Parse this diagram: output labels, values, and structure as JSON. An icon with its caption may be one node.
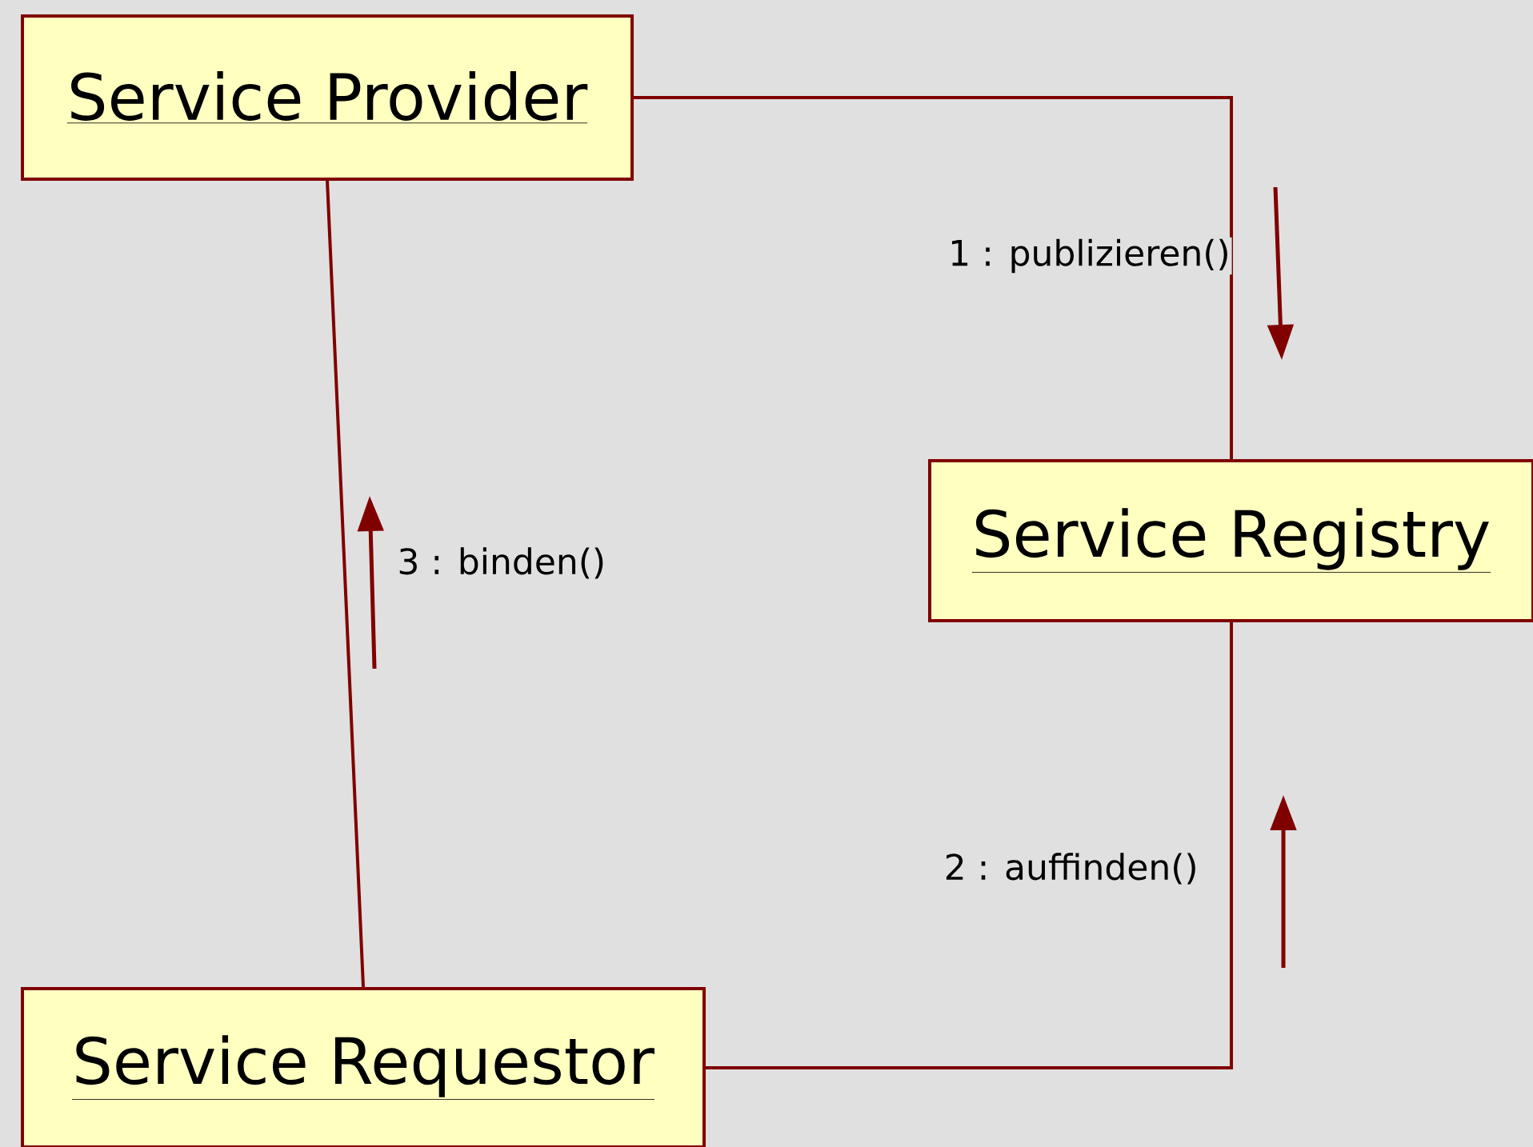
{
  "diagram": {
    "nodes": [
      {
        "text": [
          "Service Provider"
        ]
      },
      {
        "text": [
          "Service Registry"
        ]
      },
      {
        "text": [
          "Service Requestor"
        ]
      }
    ],
    "edges": [
      {
        "from": 0,
        "to": 1,
        "arrow": "none",
        "label": "1 : publizieren()"
      },
      {
        "from": 2,
        "to": 1,
        "arrow": "none",
        "label": "2 : auffinden()"
      },
      {
        "from": 0,
        "to": 2,
        "arrow": "none",
        "label": "3 : binden()"
      }
    ]
  }
}
